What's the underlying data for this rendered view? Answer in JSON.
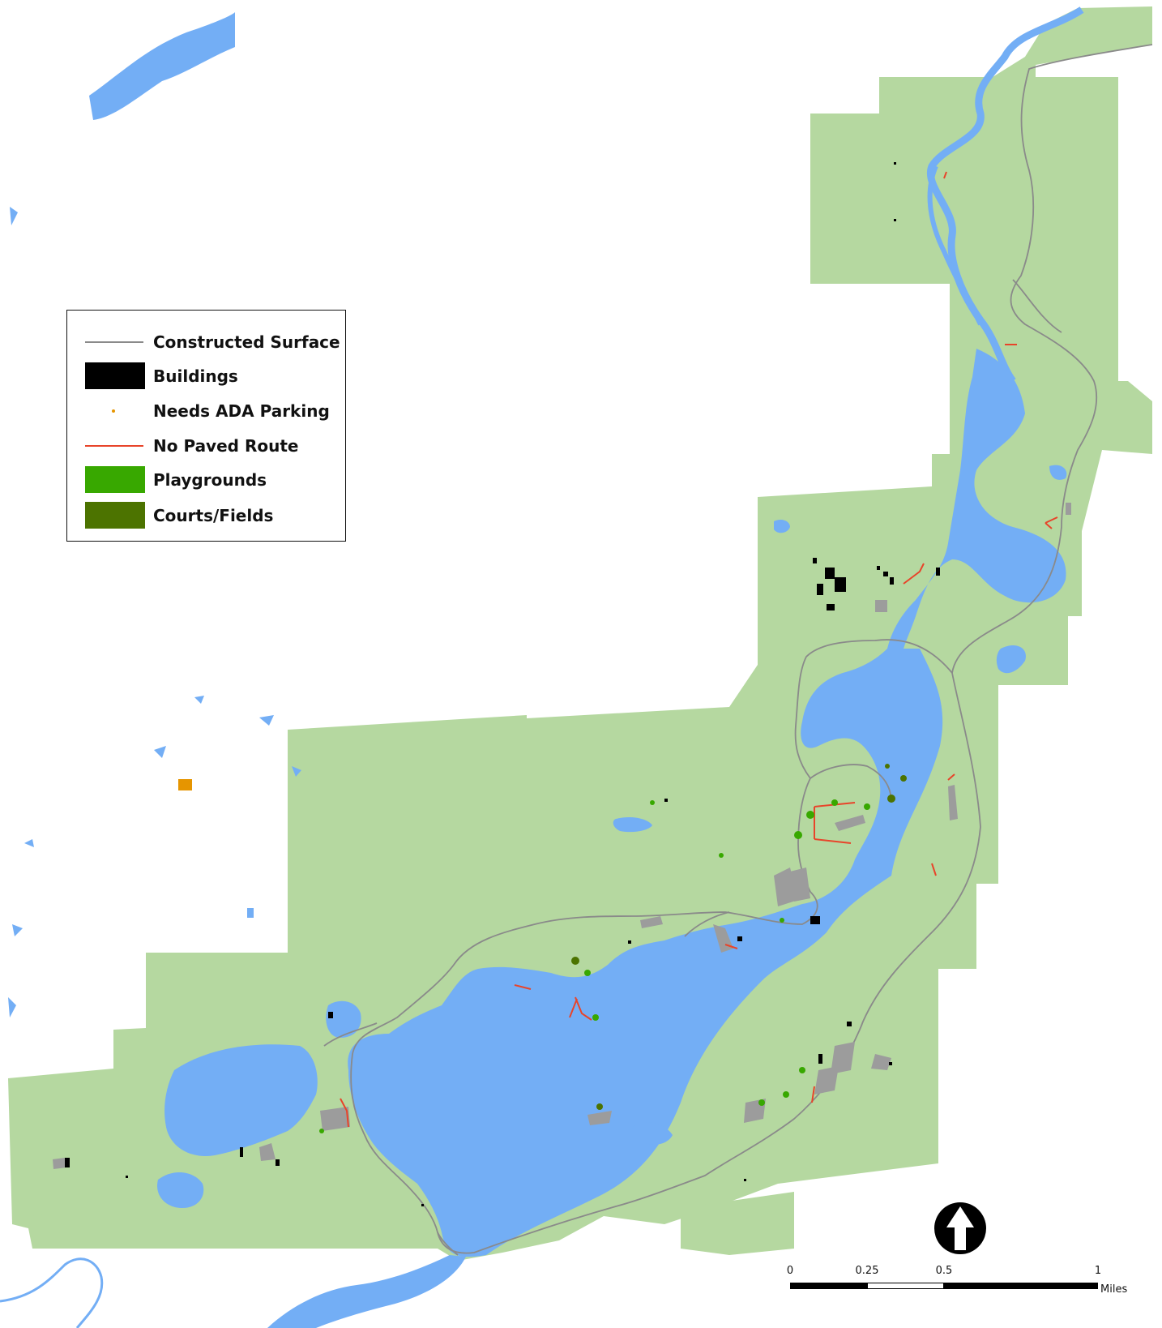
{
  "legend": {
    "items": [
      {
        "label": "Constructed Surface",
        "kind": "line",
        "color": "#8a8a8a"
      },
      {
        "label": "Buildings",
        "kind": "box",
        "color": "#000000"
      },
      {
        "label": "Needs ADA Parking",
        "kind": "dot",
        "color": "#e69500"
      },
      {
        "label": "No Paved Route",
        "kind": "line",
        "color": "#e8442a"
      },
      {
        "label": "Playgrounds",
        "kind": "box",
        "color": "#38a800"
      },
      {
        "label": "Courts/Fields",
        "kind": "box",
        "color": "#4c7300"
      }
    ]
  },
  "scalebar": {
    "ticks": [
      "0",
      "0.25",
      "0.5",
      "1"
    ],
    "units": "Miles"
  },
  "colors": {
    "park": "#b5d8a0",
    "water": "#73aef5",
    "road": "#8a8a8a",
    "building": "#000000",
    "no_paved_route": "#e8442a",
    "playground": "#38a800",
    "court_field": "#4c7300",
    "ada_parking": "#e69500",
    "parking_lot": "#9c9c9c"
  }
}
